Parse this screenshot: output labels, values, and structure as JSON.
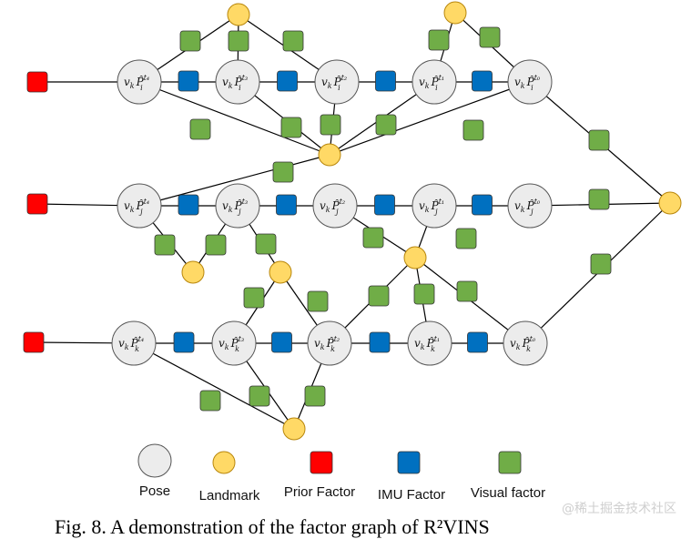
{
  "colors": {
    "pose_fill": "#ececec",
    "pose_stroke": "#555555",
    "landmark": "#ffd966",
    "landmark_stroke": "#b8860b",
    "prior_factor": "#ff0000",
    "imu_factor": "#0070c0",
    "visual_factor": "#70ad47",
    "edge": "#000000"
  },
  "rows": [
    {
      "id": "i",
      "labels": [
        "v_k P̂_i^{t_4}",
        "v_k P̂_i^{t_3}",
        "v_k P̂_i^{t_2}",
        "v_k P̂_i^{t_1}",
        "v_k P̂_i^{t_0}"
      ]
    },
    {
      "id": "j",
      "labels": [
        "v_k P̂_j^{t_4}",
        "v_k P̂_j^{t_3}",
        "v_k P̂_j^{t_2}",
        "v_k P̂_j^{t_1}",
        "v_k P̂_j^{t_0}"
      ]
    },
    {
      "id": "k",
      "labels": [
        "v_k P̂_k^{t_4}",
        "v_k P̂_k^{t_3}",
        "v_k P̂_k^{t_2}",
        "v_k P̂_k^{t_1}",
        "v_k P̂_k^{t_0}"
      ]
    }
  ],
  "legend": [
    {
      "kind": "pose",
      "label": "Pose"
    },
    {
      "kind": "landmark",
      "label": "Landmark"
    },
    {
      "kind": "prior",
      "label": "Prior Factor"
    },
    {
      "kind": "imu",
      "label": "IMU Factor"
    },
    {
      "kind": "visual",
      "label": "Visual factor"
    }
  ],
  "caption": "Fig. 8. A demonstration of the factor graph of  R²VINS",
  "watermark": "@稀土掘金技术社区"
}
